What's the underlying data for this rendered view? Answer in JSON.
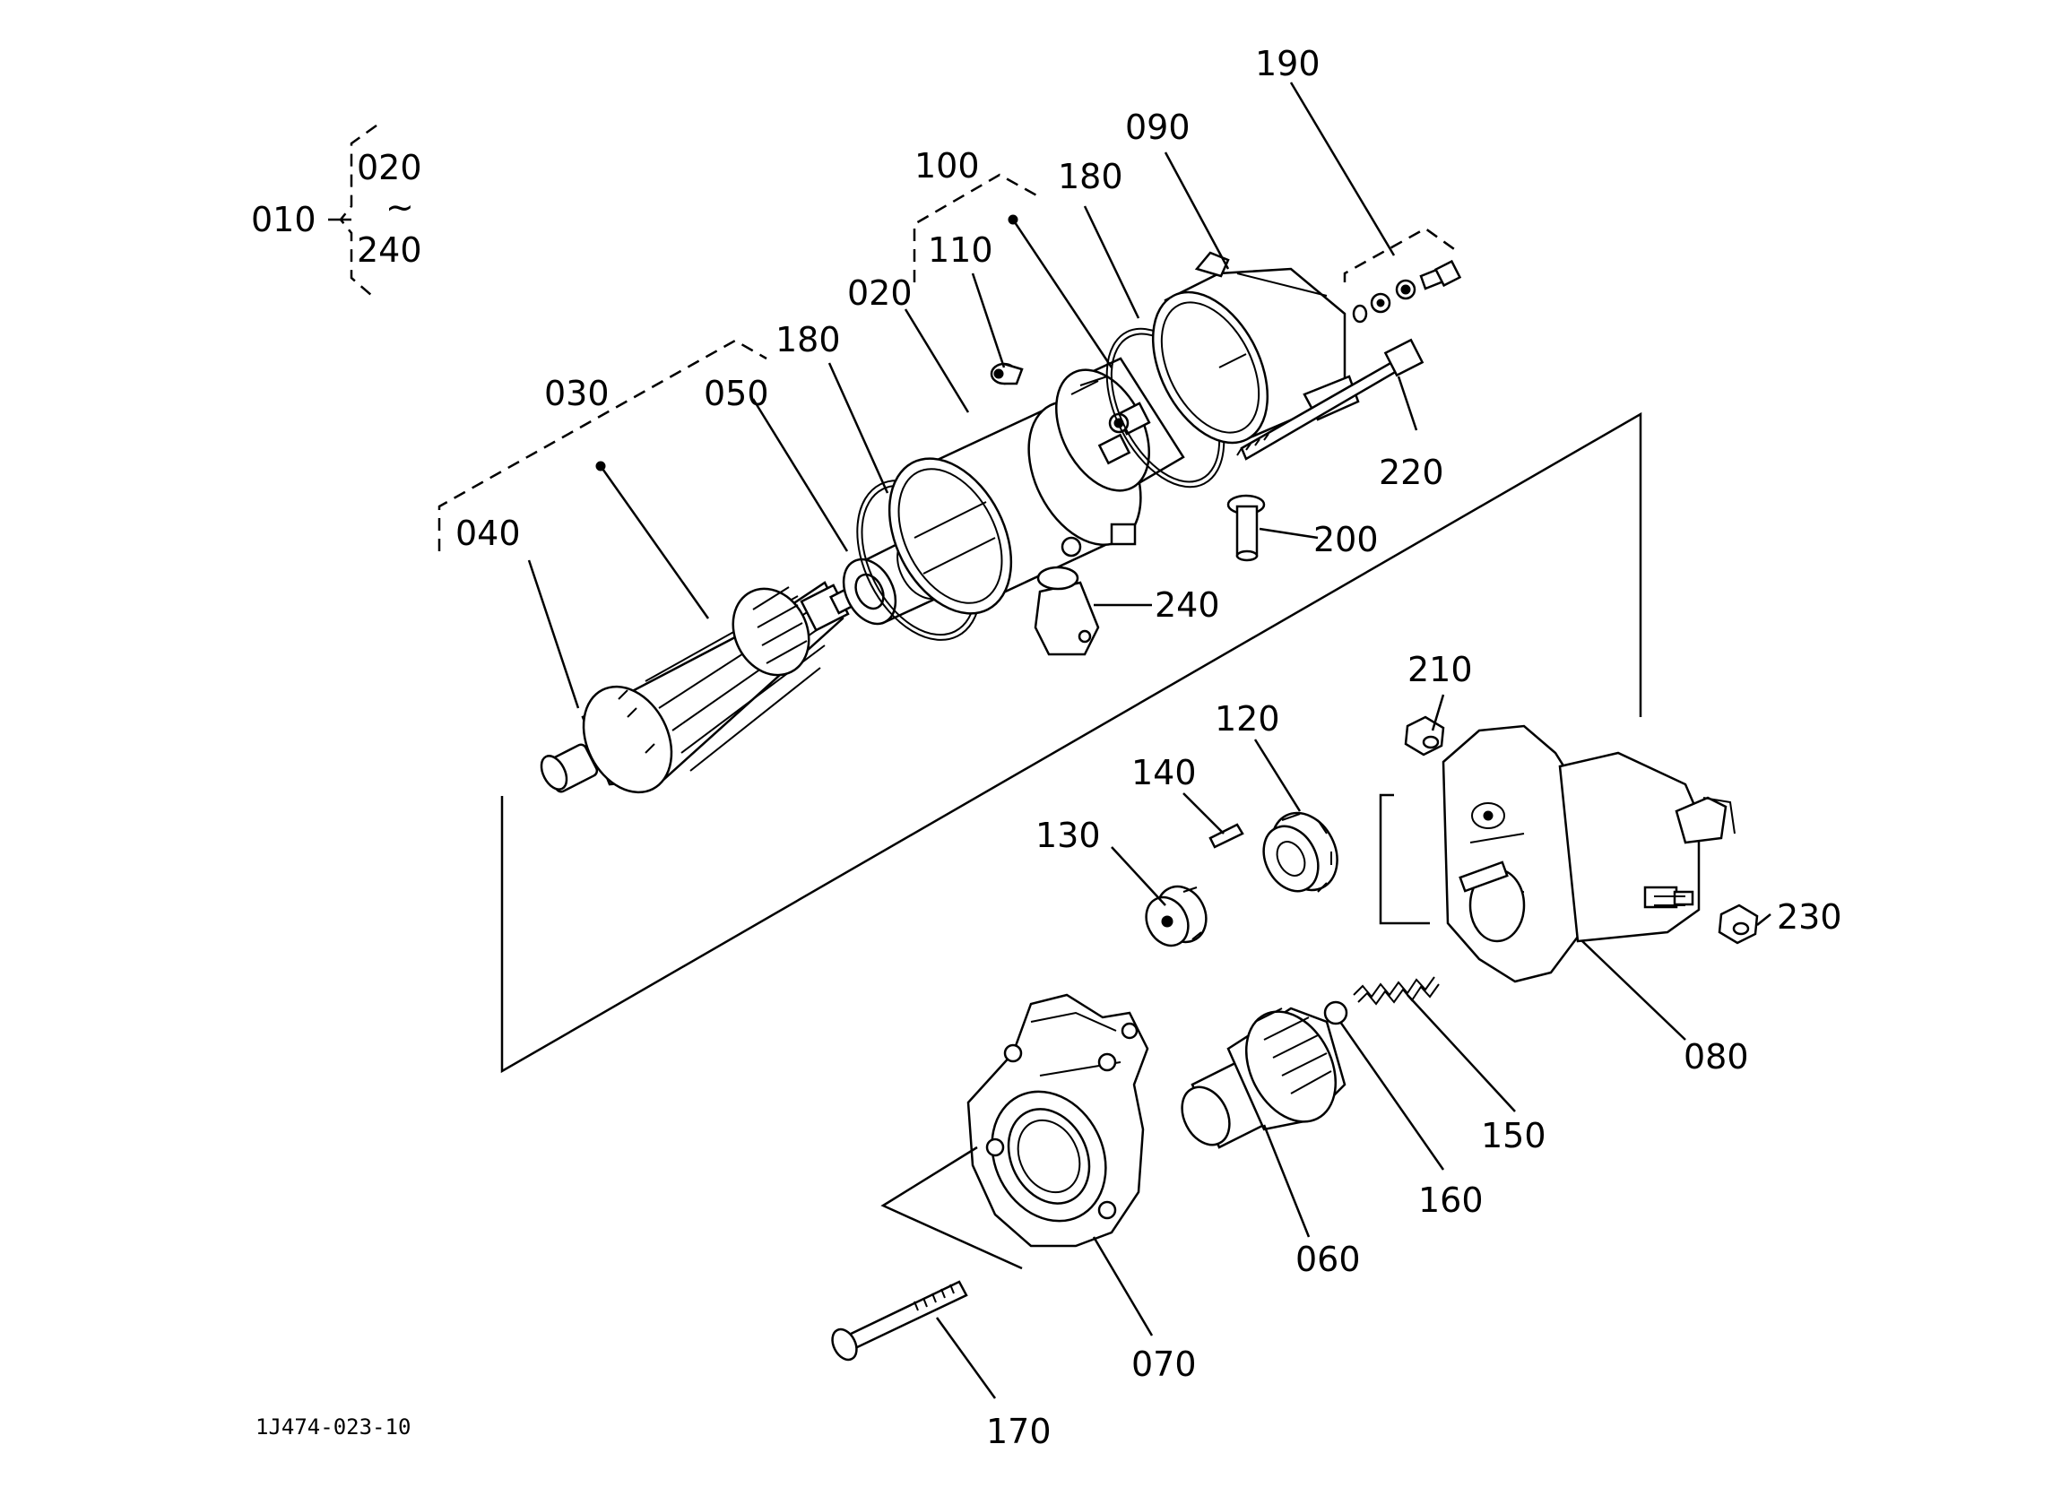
{
  "diagram": {
    "drawing_number": "1J474-023-10",
    "assembly_label": "010",
    "assembly_range": {
      "from": "020",
      "tilde": "~",
      "to": "240"
    },
    "callouts": [
      {
        "id": "c190",
        "text": "190"
      },
      {
        "id": "c090",
        "text": "090"
      },
      {
        "id": "c100",
        "text": "100"
      },
      {
        "id": "c180a",
        "text": "180"
      },
      {
        "id": "c110",
        "text": "110"
      },
      {
        "id": "c020",
        "text": "020"
      },
      {
        "id": "c180b",
        "text": "180"
      },
      {
        "id": "c030",
        "text": "030"
      },
      {
        "id": "c050",
        "text": "050"
      },
      {
        "id": "c040",
        "text": "040"
      },
      {
        "id": "c220",
        "text": "220"
      },
      {
        "id": "c200",
        "text": "200"
      },
      {
        "id": "c240",
        "text": "240"
      },
      {
        "id": "c210",
        "text": "210"
      },
      {
        "id": "c120",
        "text": "120"
      },
      {
        "id": "c140",
        "text": "140"
      },
      {
        "id": "c130",
        "text": "130"
      },
      {
        "id": "c230",
        "text": "230"
      },
      {
        "id": "c080",
        "text": "080"
      },
      {
        "id": "c150",
        "text": "150"
      },
      {
        "id": "c160",
        "text": "160"
      },
      {
        "id": "c060",
        "text": "060"
      },
      {
        "id": "c070",
        "text": "070"
      },
      {
        "id": "c170",
        "text": "170"
      }
    ]
  }
}
